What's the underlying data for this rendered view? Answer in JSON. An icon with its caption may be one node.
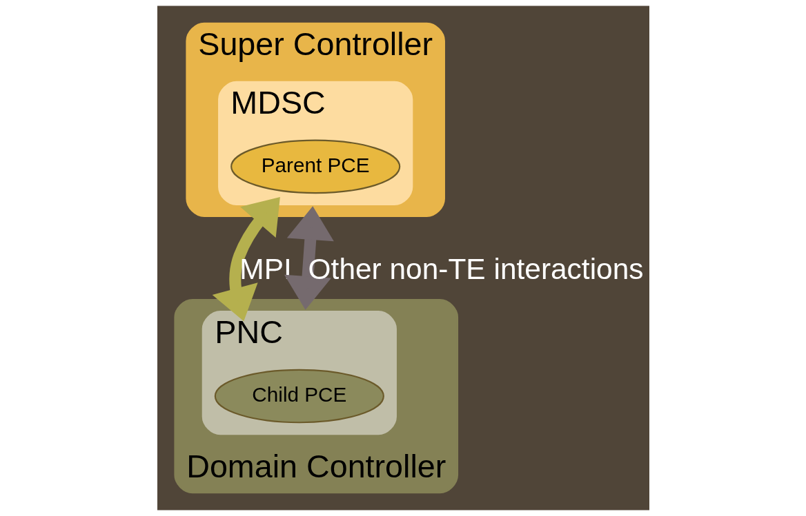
{
  "diagram": {
    "nodes": [
      {
        "text": [
          "Super Controller"
        ]
      },
      {
        "text": [
          "MDSC"
        ],
        "in": 0
      },
      {
        "text": [
          "Parent PCE"
        ],
        "in": 1
      },
      {
        "text": [
          "Domain Controller"
        ]
      },
      {
        "text": [
          "PNC"
        ],
        "in": 3
      },
      {
        "text": [
          "Child PCE"
        ],
        "in": 4
      }
    ],
    "edges": [
      {
        "from": 1,
        "to": 4,
        "arrow": "both",
        "label": "MPI",
        "color": "#b5b04e"
      },
      {
        "from": 0,
        "to": 3,
        "arrow": "both",
        "label": "Other non-TE interactions",
        "color": "#756a6e"
      }
    ]
  }
}
